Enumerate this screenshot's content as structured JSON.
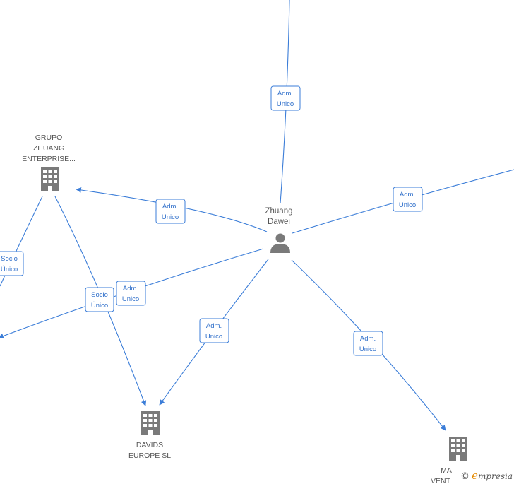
{
  "colors": {
    "edge": "#3b7dd8",
    "icon": "#7a7a7a",
    "label": "#555555"
  },
  "nodes": {
    "person": {
      "lines": [
        "Zhuang",
        "Dawei"
      ],
      "icon": "person-icon"
    },
    "grupo": {
      "lines": [
        "GRUPO",
        "ZHUANG",
        "ENTERPRISE..."
      ],
      "icon": "building-icon"
    },
    "davids": {
      "lines": [
        "DAVIDS",
        "EUROPE  SL"
      ],
      "icon": "building-icon"
    },
    "ma": {
      "lines": [
        "MA",
        "VENT"
      ],
      "icon": "building-icon"
    }
  },
  "edge_labels": {
    "top": [
      "Adm.",
      "Unico"
    ],
    "right": [
      "Adm.",
      "Unico"
    ],
    "grupo": [
      "Adm.",
      "Unico"
    ],
    "left": [
      "Adm.",
      "Unico"
    ],
    "davids": [
      "Adm.",
      "Unico"
    ],
    "ma": [
      "Adm.",
      "Unico"
    ],
    "socio_left": [
      "Socio",
      "Único"
    ],
    "socio_mid": [
      "Socio",
      "Único"
    ]
  },
  "watermark": {
    "copyright": "©",
    "brand_initial": "e",
    "brand_rest": "mpresia"
  }
}
